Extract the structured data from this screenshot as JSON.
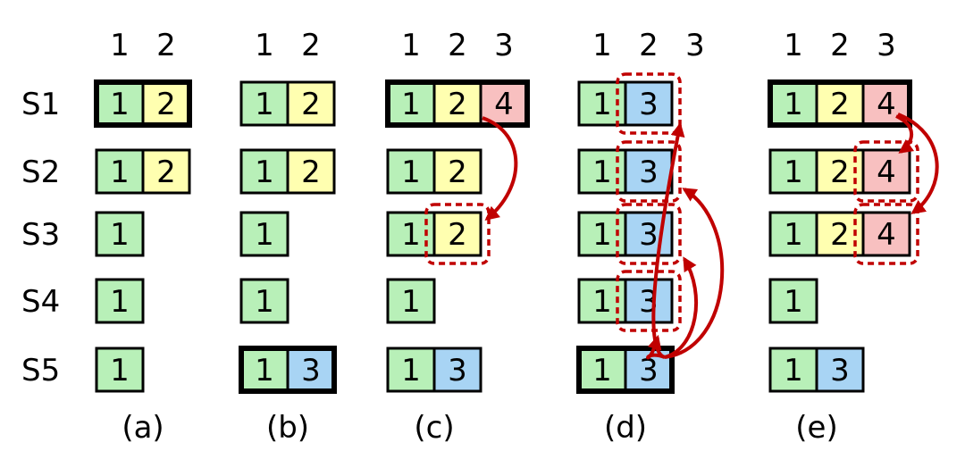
{
  "colors": {
    "term1": "#b8f0b8",
    "term2": "#ffffb0",
    "term3": "#a8d4f4",
    "term4": "#f8c0c0",
    "highlight": "#c00000"
  },
  "servers": [
    "S1",
    "S2",
    "S3",
    "S4",
    "S5"
  ],
  "panels": [
    {
      "label": "(a)",
      "indices": [
        "1",
        "2"
      ],
      "rows": [
        {
          "entries": [
            "1",
            "2"
          ],
          "leader": true,
          "highlight": -1
        },
        {
          "entries": [
            "1",
            "2"
          ],
          "leader": false,
          "highlight": -1
        },
        {
          "entries": [
            "1"
          ],
          "leader": false,
          "highlight": -1
        },
        {
          "entries": [
            "1"
          ],
          "leader": false,
          "highlight": -1
        },
        {
          "entries": [
            "1"
          ],
          "leader": false,
          "highlight": -1
        }
      ],
      "arrows": []
    },
    {
      "label": "(b)",
      "indices": [
        "1",
        "2"
      ],
      "rows": [
        {
          "entries": [
            "1",
            "2"
          ],
          "leader": false,
          "highlight": -1
        },
        {
          "entries": [
            "1",
            "2"
          ],
          "leader": false,
          "highlight": -1
        },
        {
          "entries": [
            "1"
          ],
          "leader": false,
          "highlight": -1
        },
        {
          "entries": [
            "1"
          ],
          "leader": false,
          "highlight": -1
        },
        {
          "entries": [
            "1",
            "3"
          ],
          "leader": true,
          "highlight": -1
        }
      ],
      "arrows": []
    },
    {
      "label": "(c)",
      "indices": [
        "1",
        "2",
        "3"
      ],
      "rows": [
        {
          "entries": [
            "1",
            "2",
            "4"
          ],
          "leader": true,
          "highlight": -1
        },
        {
          "entries": [
            "1",
            "2"
          ],
          "leader": false,
          "highlight": -1
        },
        {
          "entries": [
            "1",
            "2"
          ],
          "leader": false,
          "highlight": 1
        },
        {
          "entries": [
            "1"
          ],
          "leader": false,
          "highlight": -1
        },
        {
          "entries": [
            "1",
            "3"
          ],
          "leader": false,
          "highlight": -1
        }
      ],
      "arrows": [
        {
          "from_row": 0,
          "to_row": 2
        }
      ]
    },
    {
      "label": "(d)",
      "indices": [
        "1",
        "2",
        "3"
      ],
      "rows": [
        {
          "entries": [
            "1",
            "3"
          ],
          "leader": false,
          "highlight": 1
        },
        {
          "entries": [
            "1",
            "3"
          ],
          "leader": false,
          "highlight": 1
        },
        {
          "entries": [
            "1",
            "3"
          ],
          "leader": false,
          "highlight": 1
        },
        {
          "entries": [
            "1",
            "3"
          ],
          "leader": false,
          "highlight": 1
        },
        {
          "entries": [
            "1",
            "3"
          ],
          "leader": true,
          "highlight": -1
        }
      ],
      "arrows": [
        {
          "from_row": 4,
          "to_row": 3
        },
        {
          "from_row": 4,
          "to_row": 2
        },
        {
          "from_row": 4,
          "to_row": 1
        },
        {
          "from_row": 4,
          "to_row": 0
        }
      ]
    },
    {
      "label": "(e)",
      "indices": [
        "1",
        "2",
        "3"
      ],
      "rows": [
        {
          "entries": [
            "1",
            "2",
            "4"
          ],
          "leader": true,
          "highlight": -1
        },
        {
          "entries": [
            "1",
            "2",
            "4"
          ],
          "leader": false,
          "highlight": 2
        },
        {
          "entries": [
            "1",
            "2",
            "4"
          ],
          "leader": false,
          "highlight": 2
        },
        {
          "entries": [
            "1"
          ],
          "leader": false,
          "highlight": -1
        },
        {
          "entries": [
            "1",
            "3"
          ],
          "leader": false,
          "highlight": -1
        }
      ],
      "arrows": [
        {
          "from_row": 0,
          "to_row": 1
        },
        {
          "from_row": 0,
          "to_row": 2
        }
      ]
    }
  ]
}
